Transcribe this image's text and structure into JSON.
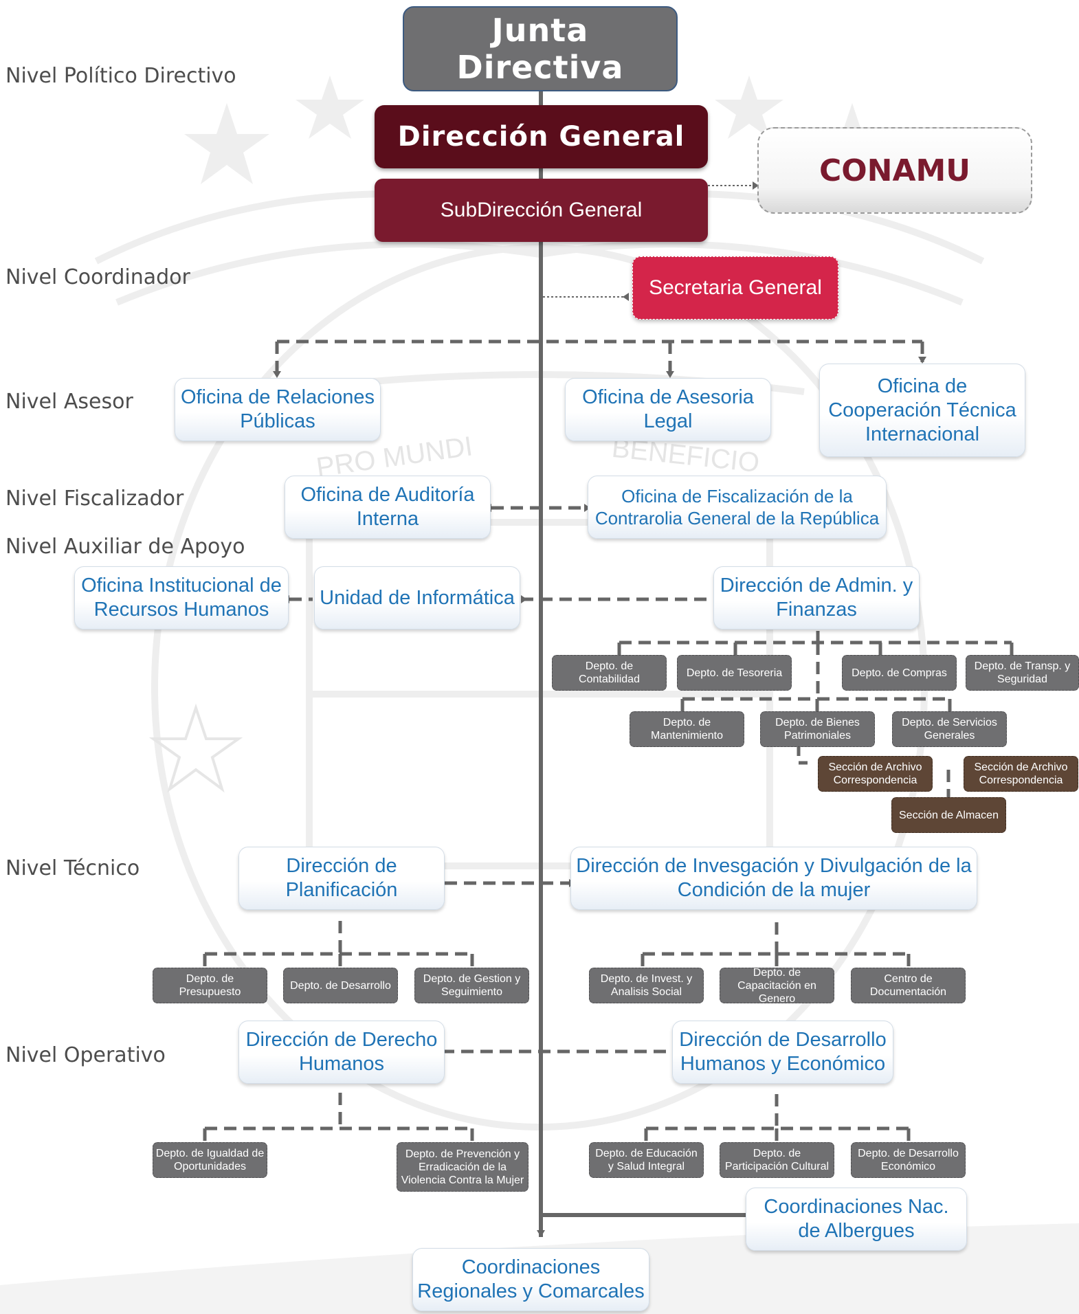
{
  "levels": {
    "politico": "Nivel Político Directivo",
    "coordinador": "Nivel Coordinador",
    "asesor": "Nivel Asesor",
    "fiscalizador": "Nivel Fiscalizador",
    "auxiliar": "Nivel Auxiliar de Apoyo",
    "tecnico": "Nivel Técnico",
    "operativo": "Nivel Operativo"
  },
  "top": {
    "junta": "Junta Directiva",
    "direccion_general": "Dirección General",
    "subdireccion": "SubDirección General",
    "conamu": "CONAMU",
    "secretaria": "Secretaria General"
  },
  "asesor": {
    "relaciones_publicas": "Oficina de Relaciones Públicas",
    "asesoria_legal": "Oficina de Asesoria Legal",
    "cooperacion": "Oficina de Cooperación Técnica Internacional"
  },
  "fiscalizador": {
    "auditoria": "Oficina de Auditoría Interna",
    "contraloria": "Oficina de Fiscalización de la Contrarolia General de la República"
  },
  "apoyo": {
    "recursos_humanos": "Oficina Institucional de Recursos Humanos",
    "informatica": "Unidad de Informática",
    "admin_finanzas": "Dirección de Admin. y Finanzas"
  },
  "admin_deptos": {
    "contabilidad": "Depto. de Contabilidad",
    "tesoreria": "Depto. de Tesoreria",
    "compras": "Depto. de Compras",
    "transporte": "Depto. de Transp. y Seguridad",
    "mantenimiento": "Depto. de Mantenimiento",
    "bienes": "Depto. de Bienes Patrimoniales",
    "servicios": "Depto. de Servicios Generales",
    "archivo_1": "Sección de Archivo Correspondencia",
    "archivo_2": "Sección de Archivo Correspondencia",
    "almacen": "Sección de Almacen"
  },
  "tecnico": {
    "planificacion": "Dirección de Planificación",
    "investigacion": "Dirección de Invesgación y Divulgación de la Condición de la mujer",
    "presupuesto": "Depto. de Presupuesto",
    "desarrollo": "Depto. de Desarrollo",
    "gestion": "Depto. de Gestion y Seguimiento",
    "invest_social": "Depto. de Invest. y Analisis Social",
    "capacitacion": "Depto. de Capacitación en Genero",
    "documentacion": "Centro de Documentación"
  },
  "operativo": {
    "derechos_humanos": "Dirección de Derecho Humanos",
    "desarrollo_humano": "Dirección de Desarrollo Humanos y Económico",
    "igualdad": "Depto. de Igualdad de Oportunidades",
    "prevencion": "Depto. de Prevención y Erradicación de la Violencia Contra la Mujer",
    "educacion": "Depto. de Educación y Salud Integral",
    "participacion": "Depto. de Participación Cultural",
    "desarrollo_economico": "Depto. de Desarrollo Económico",
    "albergues": "Coordinaciones Nac. de Albergues",
    "regionales": "Coordinaciones Regionales y Comarcales"
  },
  "watermark": {
    "left_text": "PRO MUNDI",
    "right_text": "BENEFICIO"
  },
  "colors": {
    "blue_text": "#1f73b5",
    "dept_gray": "#6f6f71",
    "section_brown": "#5e4636",
    "direccion_general": "#5a0d1b",
    "subdireccion": "#7a1a2e",
    "secretaria": "#d4254a",
    "conamu_text": "#7a1a2e"
  }
}
